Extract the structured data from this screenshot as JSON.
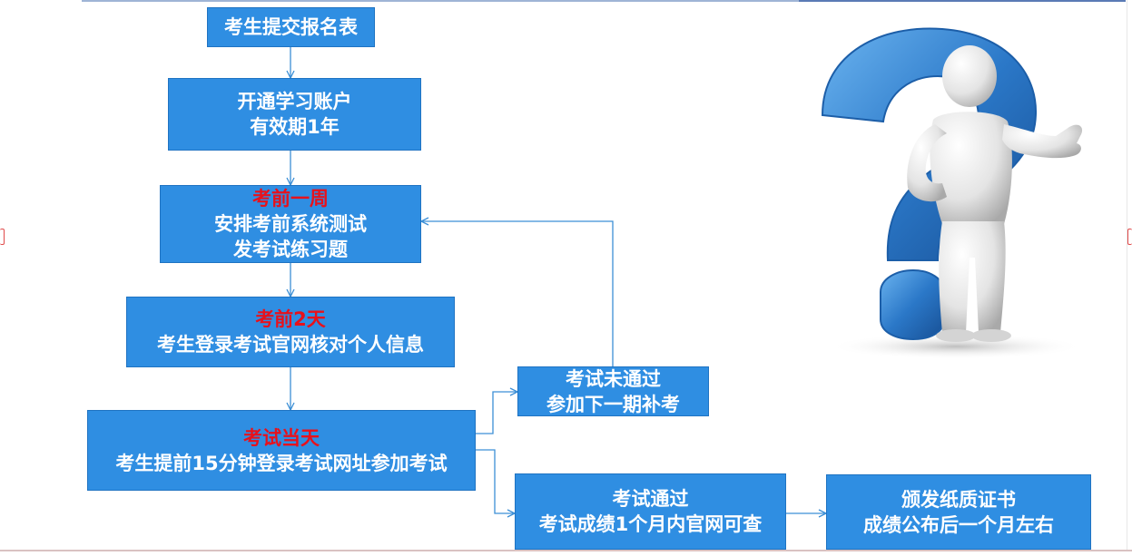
{
  "nodes": {
    "submit": {
      "line1": "考生提交报名表"
    },
    "account": {
      "line1": "开通学习账户",
      "line2": "有效期1年"
    },
    "week_before": {
      "highlight": "考前一周",
      "line1": "安排考前系统测试",
      "line2": "发考试练习题"
    },
    "two_days": {
      "highlight": "考前2天",
      "line1": "考生登录考试官网核对个人信息"
    },
    "exam_day": {
      "highlight": "考试当天",
      "line1": "考生提前15分钟登录考试网址参加考试"
    },
    "fail": {
      "line1": "考试未通过",
      "line2": "参加下一期补考"
    },
    "pass": {
      "line1": "考试通过",
      "line2": "考试成绩1个月内官网可查"
    },
    "certificate": {
      "line1": "颁发纸质证书",
      "line2": "成绩公布后一个月左右"
    }
  },
  "colors": {
    "box_fill": "#2f8ee2",
    "box_border": "#1f73c2",
    "highlight_text": "#e8111b",
    "arrow": "#3c8fd6",
    "question_mark": "#2b78c8"
  },
  "illustration": {
    "icon": "question-mark-figure-icon"
  }
}
